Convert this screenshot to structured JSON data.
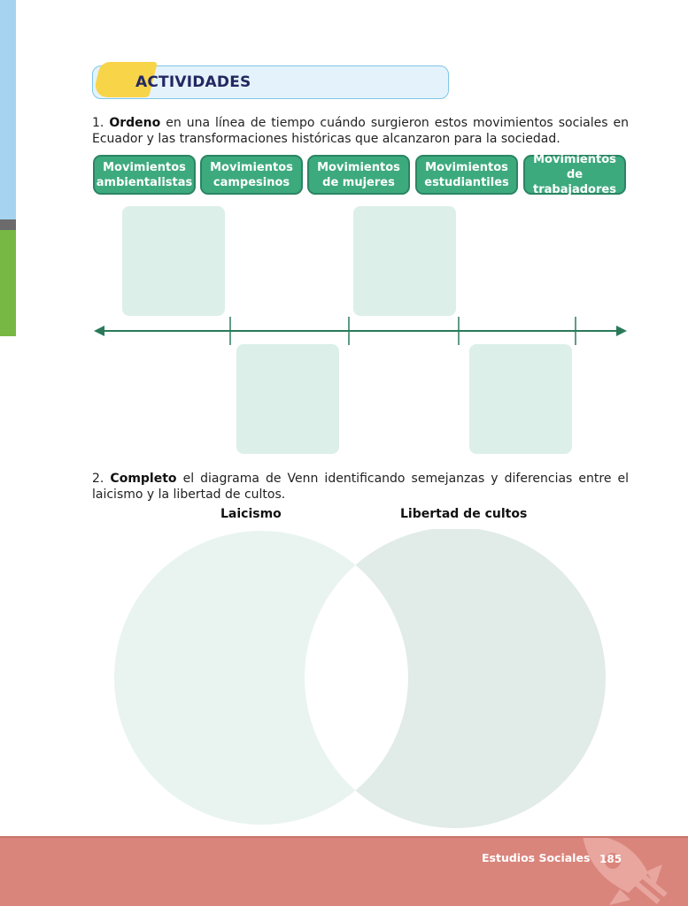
{
  "header": {
    "title": "ACTIVIDADES"
  },
  "question1": {
    "number": "1.",
    "verb": "Ordeno",
    "text": " en una línea de tiempo cuándo surgieron estos movimientos sociales en Ecuador y las transformaciones históricas que alcanzaron para la sociedad."
  },
  "chips": [
    "Movimientos ambientalistas",
    "Movimientos campesinos",
    "Movimientos de mujeres",
    "Movimientos estudiantiles",
    "Movimientos de trabajadores"
  ],
  "question2": {
    "number": "2.",
    "verb": "Completo",
    "text": " el diagrama de Venn identificando semejanzas y diferencias entre el laicismo y la libertad de cultos."
  },
  "venn": {
    "left_label": "Laicismo",
    "right_label": "Libertad de cultos"
  },
  "footer": {
    "subject": "Estudios Sociales",
    "page": "185"
  },
  "colors": {
    "accent_green": "#3daa7e",
    "timeline_line": "#2a7a5a",
    "box_fill": "#dcefe8",
    "footer_bg": "#d9857c",
    "header_yellow": "#f8d449",
    "title_navy": "#232862"
  }
}
